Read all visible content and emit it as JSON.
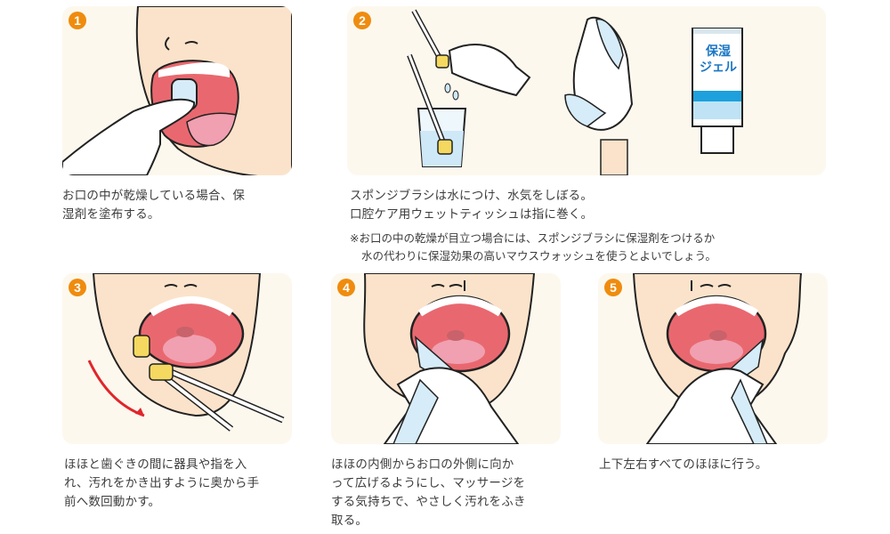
{
  "steps": [
    {
      "number": "1",
      "caption_lines": [
        "お口の中が乾燥している場合、保",
        "湿剤を塗布する。"
      ]
    },
    {
      "number": "2",
      "caption_lines": [
        "スポンジブラシは水につけ、水気をしぼる。",
        "口腔ケア用ウェットティッシュは指に巻く。"
      ],
      "note_lines": [
        "※お口の中の乾燥が目立つ場合には、スポンジブラシに保湿剤をつけるか",
        "水の代わりに保湿効果の高いマウスウォッシュを使うとよいでしょう。"
      ],
      "gel_tube_label": [
        "保湿",
        "ジェル"
      ]
    },
    {
      "number": "3",
      "caption_lines": [
        "ほほと歯ぐきの間に器具や指を入",
        "れ、汚れをかき出すように奥から手",
        "前へ数回動かす。"
      ]
    },
    {
      "number": "4",
      "caption_lines": [
        "ほほの内側からお口の外側に向か",
        "って広げるようにし、マッサージを",
        "する気持ちで、やさしく汚れをふき",
        "取る。"
      ]
    },
    {
      "number": "5",
      "caption_lines": [
        "上下左右すべてのほほに行う。"
      ]
    }
  ],
  "colors": {
    "badge": "#ef8c0e",
    "panel_bg": "#fdf8ee",
    "skin": "#fbe3cb",
    "mouth": "#e9686f",
    "tongue": "#f0a0b0",
    "arrow": "#e0262b",
    "gel_blue": "#1ea0dc",
    "sponge": "#f5d860"
  }
}
